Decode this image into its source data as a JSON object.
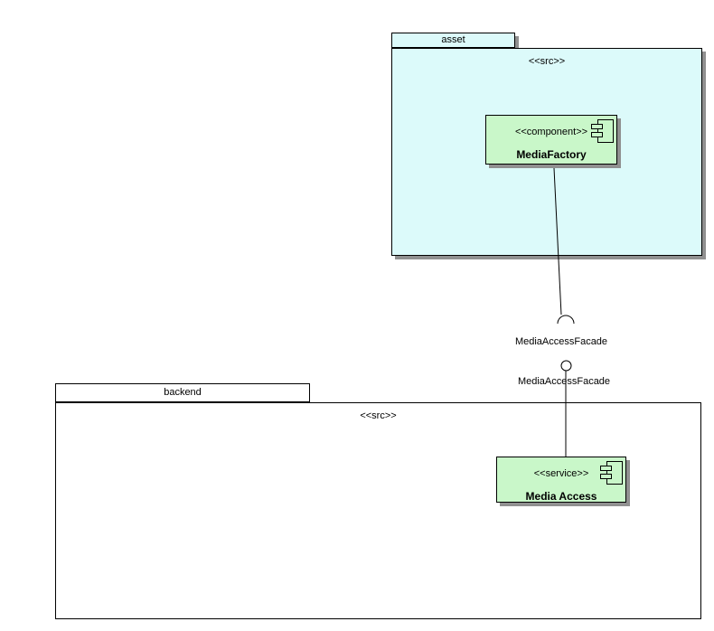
{
  "diagram_type": "uml-component-diagram",
  "colors": {
    "canvas_bg": "#ffffff",
    "package_fill": "#dcfafa",
    "component_fill": "#c9f7c9",
    "shadow": "#909090",
    "border": "#000000",
    "ball_fill": "#ffffff"
  },
  "asset_package": {
    "name": "asset",
    "stereotype": "<<src>>"
  },
  "backend_package": {
    "name": "backend",
    "stereotype": "<<src>>"
  },
  "media_factory": {
    "stereotype": "<<component>>",
    "name": "MediaFactory",
    "icon": "component-icon"
  },
  "media_access": {
    "stereotype": "<<service>>",
    "name": "Media Access",
    "icon": "component-icon"
  },
  "connector": {
    "required_interface_label": "MediaAccessFacade",
    "provided_interface_label": "MediaAccessFacade",
    "required_icon": "socket-half-circle-icon",
    "provided_icon": "ball-circle-icon"
  }
}
